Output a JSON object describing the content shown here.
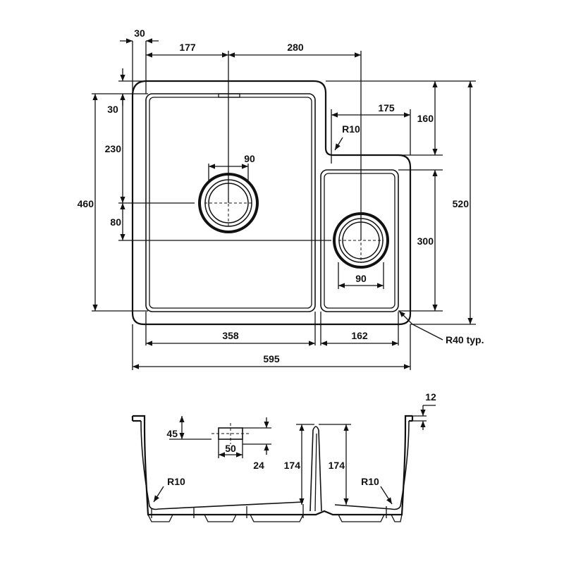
{
  "plan_view": {
    "dimensions": {
      "d30_top": "30",
      "d177": "177",
      "d280": "280",
      "d30_left": "30",
      "d230": "230",
      "d460": "460",
      "d80": "80",
      "d90_large": "90",
      "d175": "175",
      "d160": "160",
      "r10": "R10",
      "d520": "520",
      "d300": "300",
      "d90_small": "90",
      "d358": "358",
      "d162": "162",
      "d595": "595",
      "r40": "R40 typ."
    }
  },
  "section_view": {
    "dimensions": {
      "d12": "12",
      "d45": "45",
      "d50": "50",
      "d24": "24",
      "d174_left": "174",
      "d174_right": "174",
      "r10_left": "R10",
      "r10_right": "R10"
    }
  }
}
